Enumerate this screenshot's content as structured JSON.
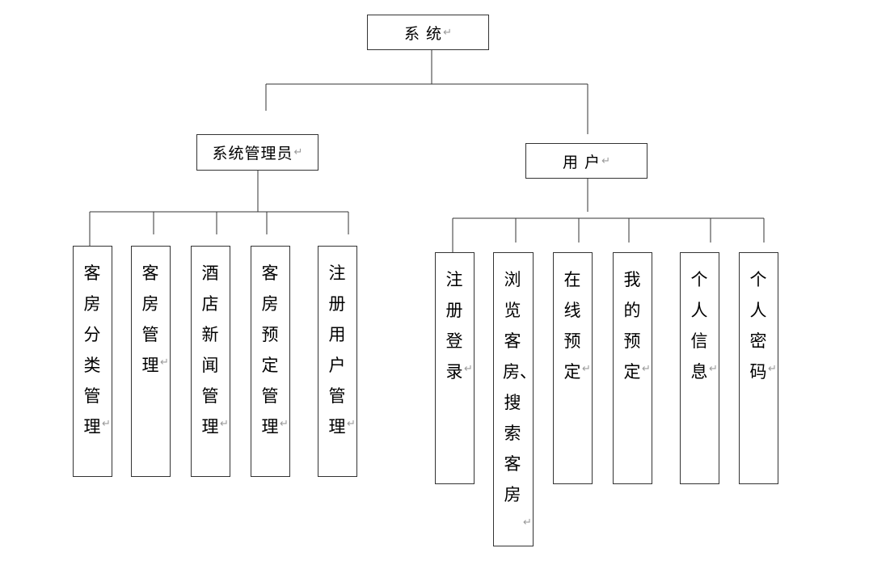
{
  "root": {
    "label": "系 统"
  },
  "branches": [
    {
      "label": "系统管理员",
      "children": [
        "客房分类管理",
        "客房管理",
        "酒店新闻管理",
        "客房预定管理",
        "注册用户管理"
      ]
    },
    {
      "label": "用 户",
      "children": [
        "注册登录",
        "浏览客房、搜索客房",
        "在线预定",
        "我的预定",
        "个人信息",
        "个人密码"
      ]
    }
  ],
  "paragraph_mark": "↵",
  "colors": {
    "border": "#333333",
    "line": "#333333",
    "paragraph_mark": "#9a9a9a"
  }
}
